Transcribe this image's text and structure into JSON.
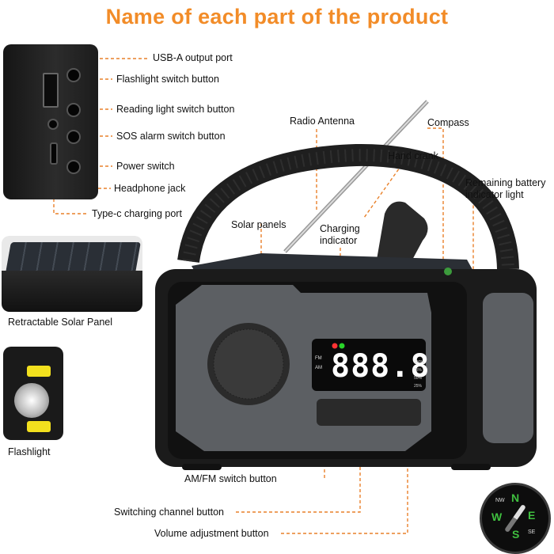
{
  "title": "Name of each part of the product",
  "port_panel_labels": {
    "usb_a": "USB-A output port",
    "flashlight_switch": "Flashlight switch button",
    "reading_light_switch": "Reading light switch button",
    "sos_switch": "SOS alarm switch button",
    "power_switch": "Power switch",
    "headphone_jack": "Headphone jack",
    "type_c": "Type-c charging port"
  },
  "inset_captions": {
    "solar": "Retractable Solar Panel",
    "flashlight": "Flashlight"
  },
  "top_labels": {
    "radio_antenna": "Radio Antenna",
    "compass": "Compass",
    "hand_crank": "Hand crank",
    "battery_indicator": "Remaining battery indicator light",
    "solar_panels": "Solar panels",
    "charging_indicator": "Charging indicator"
  },
  "bottom_labels": {
    "am_fm": "AM/FM switch button",
    "channel": "Switching channel button",
    "volume": "Volume adjustment button"
  },
  "display": {
    "digits": "888.8",
    "fm": "FM",
    "am": "AM",
    "battery_levels": [
      "100%",
      "75%",
      "50%",
      "25%"
    ]
  },
  "compass_letters": [
    "N",
    "E",
    "S",
    "W",
    "NW",
    "SE"
  ],
  "colors": {
    "title": "#f28c28",
    "leader_lines": "#e9812a",
    "body": "#1b1b1b",
    "panel_grey": "#5c5f63"
  }
}
